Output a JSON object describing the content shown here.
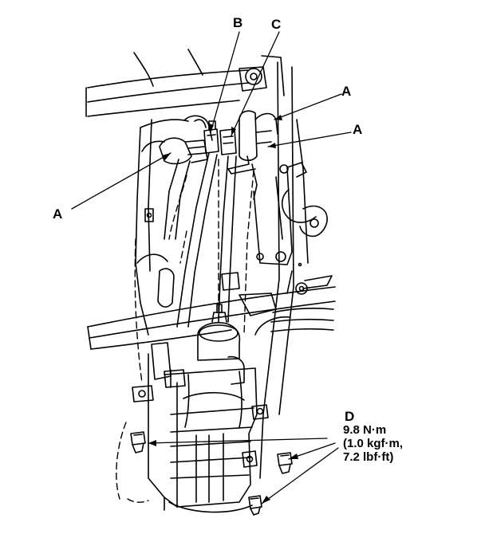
{
  "callouts": {
    "a_left": "A",
    "a_top_right": "A",
    "a_right": "A",
    "b": "B",
    "c": "C",
    "d": "D"
  },
  "torque_spec": {
    "line1": "9.8 N·m",
    "line2": "(1.0 kgf·m,",
    "line3": "7.2 lbf·ft)"
  }
}
